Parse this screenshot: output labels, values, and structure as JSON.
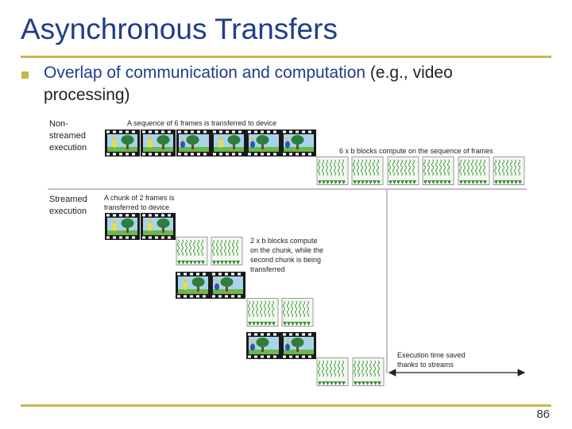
{
  "slide": {
    "title": "Asynchronous Transfers",
    "bullet_main": "Overlap of communication and computation",
    "bullet_paren": " (e.g., video processing)",
    "page_number": "86"
  },
  "diagram": {
    "non_streamed_label": [
      "Non-",
      "streamed",
      "execution"
    ],
    "non_streamed_transfer_caption": "A sequence of 6 frames is transferred to device",
    "non_streamed_compute_caption": "6 x b blocks compute on the sequence of frames",
    "streamed_label": [
      "Streamed",
      "execution"
    ],
    "streamed_transfer_caption": [
      "A chunk of 2 frames is",
      "transferred to device"
    ],
    "streamed_compute_caption": [
      "2 x b blocks compute",
      "on the chunk, while the",
      "second chunk is being",
      "transferred"
    ],
    "time_saved_caption": [
      "Execution time saved",
      "thanks to streams"
    ],
    "colors": {
      "film": "#1a1a1a",
      "frame_sky": "#a8d4ea",
      "frame_grass": "#6cb84a",
      "tree": "#2e7d3a",
      "thread_green": "#3a9a3a",
      "divider": "#9a9a9a"
    }
  }
}
